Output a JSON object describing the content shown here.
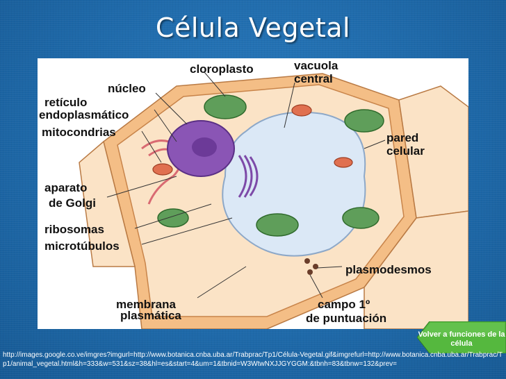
{
  "slide": {
    "title": "Célula Vegetal"
  },
  "diagram": {
    "labels": {
      "cloroplasto": "cloroplasto",
      "vacuola_1": "vacuola",
      "vacuola_2": "central",
      "nucleo": "núcleo",
      "reticulo_1": "retículo",
      "reticulo_2": "endoplasmático",
      "mitocondrias": "mitocondrias",
      "pared_1": "pared",
      "pared_2": "celular",
      "golgi_1": "aparato",
      "golgi_2": "de Golgi",
      "ribosomas": "ribosomas",
      "microtubulos": "microtúbulos",
      "plasmodesmos": "plasmodesmos",
      "membrana_1": "membrana",
      "membrana_2": "plasmática",
      "campo_1": "campo 1º",
      "campo_2": "de puntuación"
    }
  },
  "nav": {
    "label": "Volver a funciones de la célula"
  },
  "source": {
    "url": "http://images.google.co.ve/imgres?imgurl=http://www.botanica.cnba.uba.ar/Trabprac/Tp1/Célula-Vegetal.gif&imgrefurl=http://www.botanica.cnba.uba.ar/Trabprac/Tp1/animal_vegetal.html&h=333&w=531&sz=38&hl=es&start=4&um=1&tbnid=W3WtwNXJJGYGGM:&tbnh=83&tbnw=132&prev="
  },
  "colors": {
    "background": "#1f6cad",
    "wall": "#f2b073",
    "cytoplasm": "#fbe3c6",
    "vacuole": "#dbe8f6",
    "nucleus": "#8a55b5",
    "chloroplast": "#5f9e5a",
    "mitochondria": "#e07050",
    "nav_button": "#55b83e"
  }
}
